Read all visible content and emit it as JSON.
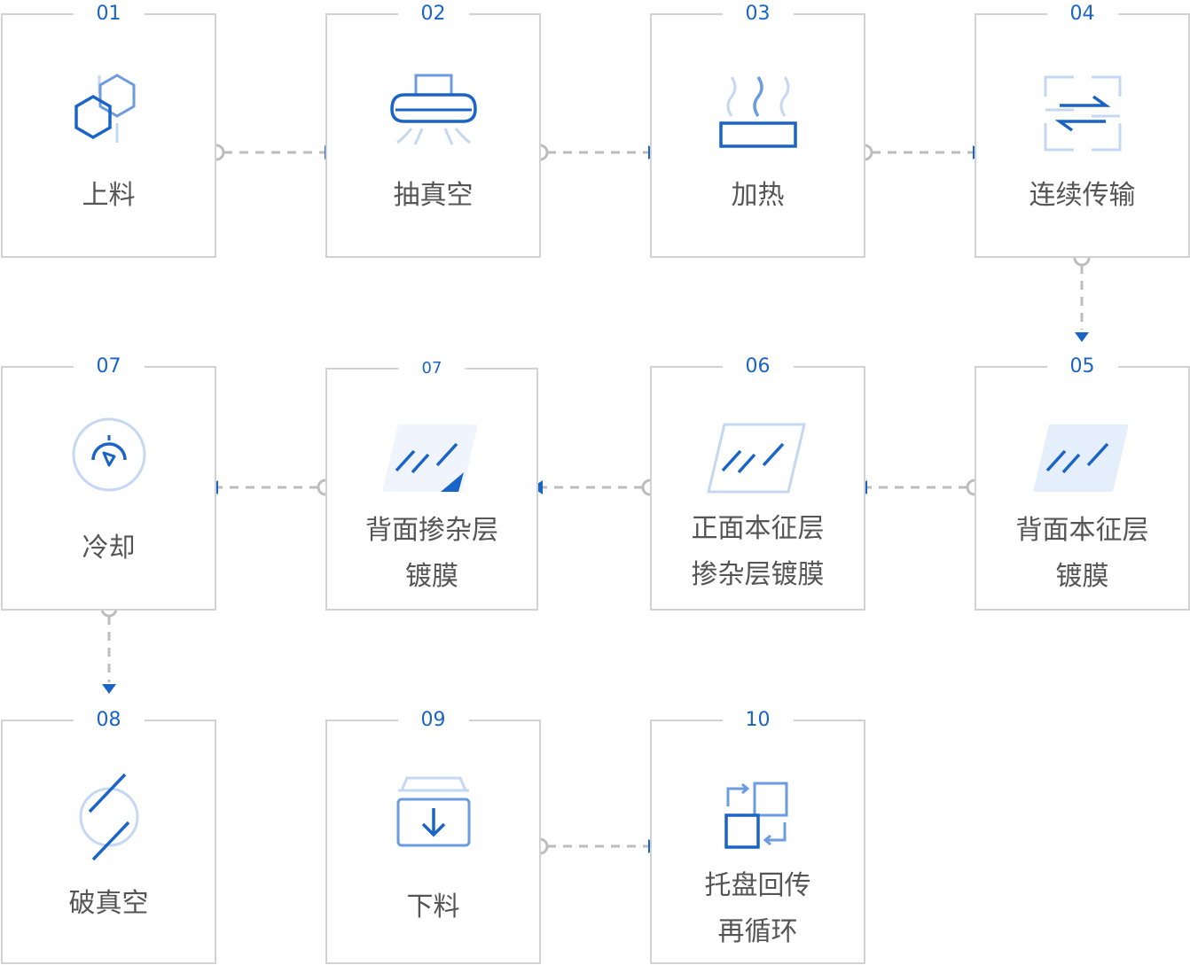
{
  "steps": [
    {
      "num": "01",
      "label1": "上料",
      "label2": ""
    },
    {
      "num": "02",
      "label1": "抽真空",
      "label2": ""
    },
    {
      "num": "03",
      "label1": "加热",
      "label2": ""
    },
    {
      "num": "04",
      "label1": "连续传输",
      "label2": ""
    },
    {
      "num": "05",
      "label1": "背面本征层",
      "label2": "镀膜"
    },
    {
      "num": "06",
      "label1": "正面本征层",
      "label2": "掺杂层镀膜"
    },
    {
      "num": "07",
      "label1": "背面掺杂层",
      "label2": "镀膜"
    },
    {
      "num": "07",
      "label1": "冷却",
      "label2": ""
    },
    {
      "num": "08",
      "label1": "破真空",
      "label2": ""
    },
    {
      "num": "09",
      "label1": "下料",
      "label2": ""
    },
    {
      "num": "10",
      "label1": "托盘回传",
      "label2": "再循环"
    }
  ],
  "icons": [
    "hexagon-molecule-icon",
    "vacuum-hood-icon",
    "heating-icon",
    "transfer-arrows-icon",
    "glass-panel-icon",
    "glass-panel-icon",
    "glass-panel-icon",
    "gauge-icon",
    "break-vacuum-icon",
    "unload-tray-icon",
    "cycle-squares-icon"
  ],
  "colors": {
    "accent": "#1a64c8",
    "light_accent": "#c5d8f3",
    "border": "#d2d2d2",
    "connector": "#bdbdbd",
    "text": "#555555"
  }
}
